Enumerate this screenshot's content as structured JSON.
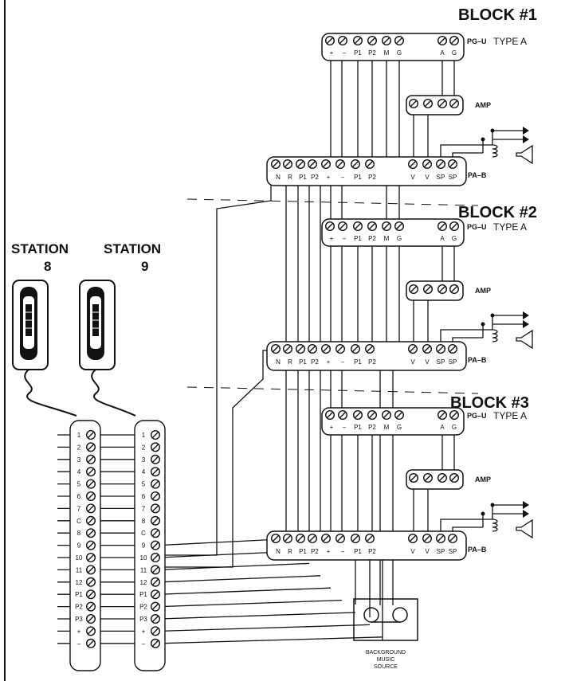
{
  "blocks": [
    {
      "title": "BLOCK #1",
      "pgu_label": "PG–U",
      "pgu_type": "TYPE A",
      "amp_label": "AMP",
      "pab_label": "PA–B"
    },
    {
      "title": "BLOCK #2",
      "pgu_label": "PG–U",
      "pgu_type": "TYPE A",
      "amp_label": "AMP",
      "pab_label": "PA–B"
    },
    {
      "title": "BLOCK #3",
      "pgu_label": "PG–U",
      "pgu_type": "TYPE A",
      "amp_label": "AMP",
      "pab_label": "PA–B"
    }
  ],
  "pgu_terminals": [
    "+",
    "–",
    "P1",
    "P2",
    "M",
    "G",
    "A",
    "G"
  ],
  "pab_terminals": [
    "N",
    "R",
    "P1",
    "P2",
    "+",
    "–",
    "P1",
    "P2",
    "V",
    "V",
    "SP",
    "SP"
  ],
  "stations": [
    {
      "title": "STATION",
      "number": "8"
    },
    {
      "title": "STATION",
      "number": "9"
    }
  ],
  "station_terminals": [
    [
      "1",
      "2",
      "3",
      "4",
      "5",
      "6",
      "7",
      "C",
      "8",
      "9",
      "10",
      "11",
      "12",
      "P1",
      "P2",
      "P3",
      "+",
      "–"
    ],
    [
      "1",
      "2",
      "3",
      "4",
      "5",
      "6",
      "7",
      "8",
      "C",
      "9",
      "10",
      "11",
      "12",
      "P1",
      "P2",
      "P3",
      "+",
      "–"
    ]
  ],
  "music_source": [
    "BACKGROUND",
    "MUSIC",
    "SOURCE"
  ],
  "colors": {
    "ink": "#111111",
    "paper": "#ffffff"
  }
}
